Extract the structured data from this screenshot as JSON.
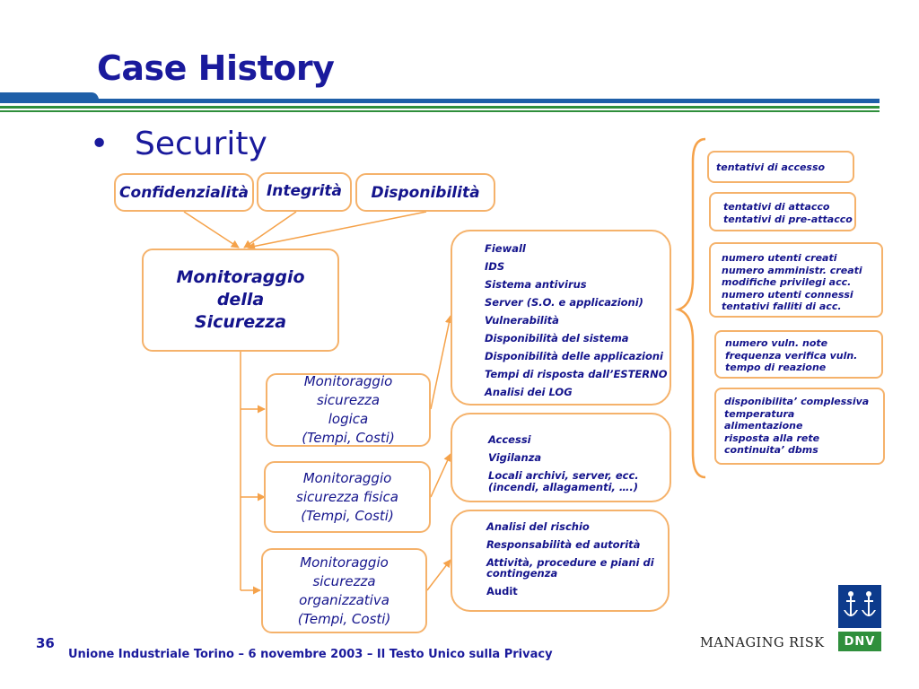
{
  "slide": {
    "title": "Case History",
    "bullet_symbol": "•",
    "bullet_text": "Security",
    "slide_number": "36",
    "footer": "Unione Industriale Torino – 6 novembre 2003 – Il Testo Unico sulla Privacy",
    "tagline": "MANAGING RISK",
    "logo_text": "DNV"
  },
  "colors": {
    "title": "#1a1a9c",
    "box_border": "#f5b26b",
    "arrow": "#f5a24a",
    "stripe_blue": "#1f5fa8",
    "stripe_green": "#2f8f3c",
    "logo_blue": "#0d3b8c",
    "logo_green": "#2f8f3c"
  },
  "top_boxes": [
    "Confidenzialità",
    "Integrità",
    "Disponibilità"
  ],
  "main_box": [
    "Monitoraggio",
    "della",
    "Sicurezza"
  ],
  "sub_boxes": [
    [
      "Monitoraggio",
      "sicurezza",
      "logica",
      "(Tempi, Costi)"
    ],
    [
      "Monitoraggio",
      "sicurezza fisica",
      "(Tempi, Costi)"
    ],
    [
      "Monitoraggio",
      "sicurezza",
      "organizzativa",
      "(Tempi, Costi)"
    ]
  ],
  "lists": {
    "logica": [
      "Fiewall",
      "IDS",
      "Sistema antivirus",
      "Server (S.O. e  applicazioni)",
      "Vulnerabilità",
      "Disponibilità del sistema",
      "Disponibilità delle applicazioni",
      "Tempi di risposta dall’ESTERNO",
      "Analisi dei LOG"
    ],
    "fisica": [
      "Accessi",
      "Vigilanza",
      "Locali archivi, server, ecc.",
      "(incendi, allagamenti, ….)"
    ],
    "organizzativa": [
      "Analisi del rischio",
      "Responsabilità ed autorità",
      "Attività, procedure e piani di",
      "contingenza",
      "Audit"
    ]
  },
  "metrics": [
    [
      "tentativi di accesso"
    ],
    [
      "tentativi di attacco",
      "tentativi di pre-attacco"
    ],
    [
      "numero utenti creati",
      "numero amministr. creati",
      "modifiche privilegi  acc.",
      "numero utenti connessi",
      "tentativi falliti di  acc."
    ],
    [
      "numero vuln. note",
      "frequenza verifica vuln.",
      "tempo di reazione"
    ],
    [
      "disponibilita’ complessiva",
      "temperatura",
      "alimentazione",
      "risposta alla rete",
      "continuita’ dbms"
    ]
  ]
}
